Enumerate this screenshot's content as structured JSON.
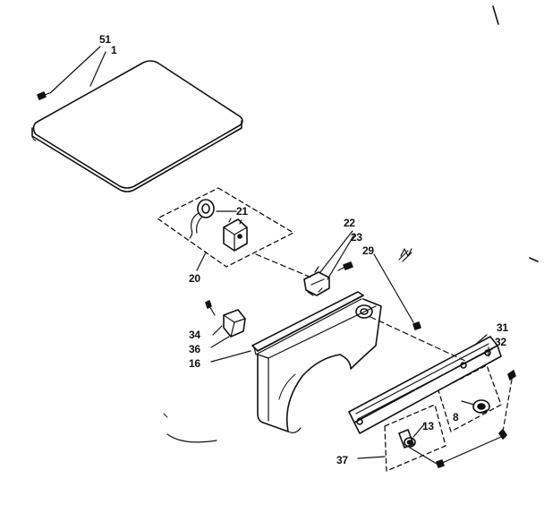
{
  "diagram": {
    "callouts": {
      "c51": "51",
      "c1": "1",
      "c21": "21",
      "c20": "20",
      "c22": "22",
      "c23": "23",
      "c29": "29",
      "c34": "34",
      "c36": "36",
      "c16": "16",
      "c31": "31",
      "c32": "32",
      "c8": "8",
      "c13": "13",
      "c37": "37"
    },
    "colors": {
      "ink": "#111111",
      "paper": "#ffffff"
    }
  }
}
